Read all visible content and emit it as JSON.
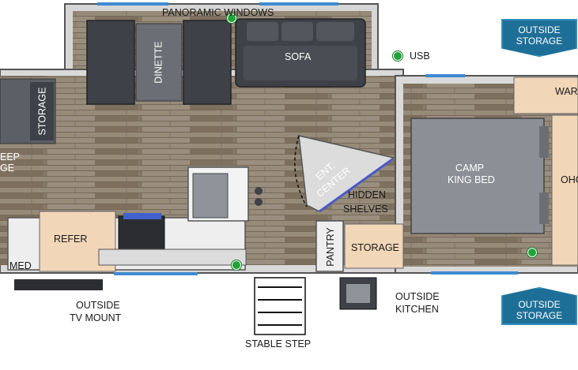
{
  "colors": {
    "floor": "#8a7c6b",
    "wall": "#d9d9d9",
    "cushion": "#3e4147",
    "bed": "#8c8f95",
    "cabinet": "#f1d6b8",
    "window": "#3f8ad1",
    "accent": "#1e6f97",
    "usb_dot": "#22a33a"
  },
  "labels": {
    "panoramic_windows": "PANORAMIC WINDOWS",
    "usb": "USB",
    "sofa": "SOFA",
    "dinette": "DINETTE",
    "storage_left": "STORAGE",
    "sleep_partial": "EEP",
    "sleep_partial2": "GE",
    "ent_center_1": "ENT.",
    "ent_center_2": "CENTER",
    "hidden_shelves_1": "HIDDEN",
    "hidden_shelves_2": "SHELVES",
    "camp_king_bed_1": "CAMP",
    "camp_king_bed_2": "KING BED",
    "wardrobe_partial": "WAR",
    "closet_partial": "OHO",
    "refer": "REFER",
    "med": "MED",
    "pantry": "PANTRY",
    "storage_mid": "STORAGE",
    "outside_tv_mount_1": "OUTSIDE",
    "outside_tv_mount_2": "TV MOUNT",
    "stable_step": "STABLE STEP",
    "outside_kitchen_1": "OUTSIDE",
    "outside_kitchen_2": "KITCHEN"
  },
  "badges": {
    "top_right_1": "OUTSIDE",
    "top_right_2": "STORAGE",
    "bottom_right_1": "OUTSIDE",
    "bottom_right_2": "STORAGE"
  },
  "icons": [
    "usb-dot-icon",
    "stove-burner-icon",
    "sink-icon",
    "steps-icon"
  ]
}
